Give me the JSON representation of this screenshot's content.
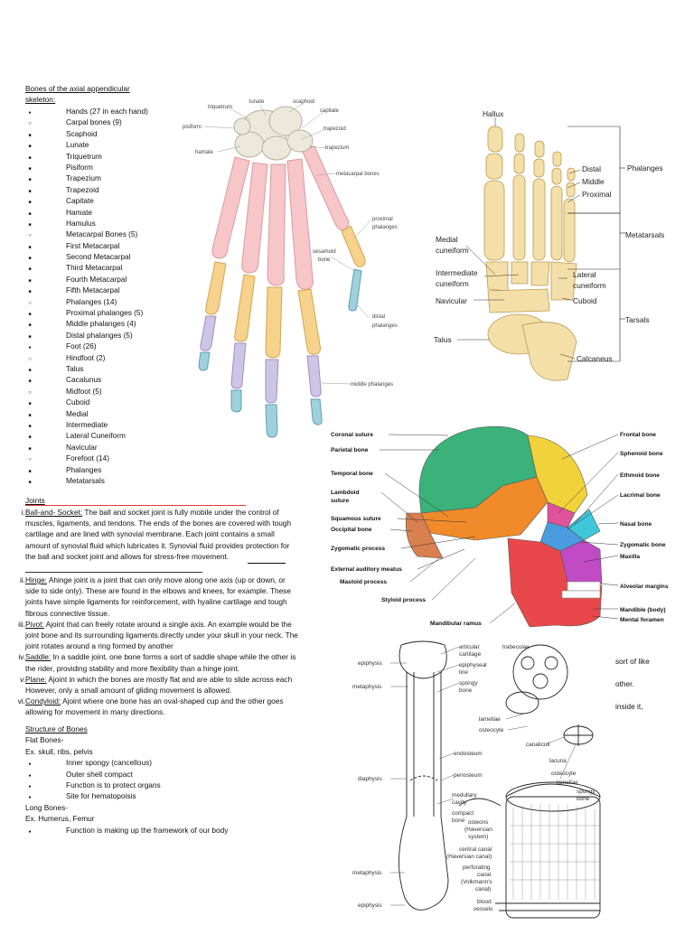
{
  "outline": {
    "heading_line1": "Bones of the axial appendicular",
    "heading_line2": "skeleton:",
    "items": [
      {
        "bullet": "dot",
        "label": "Hands (27 in each hand)"
      },
      {
        "bullet": "circ",
        "label": "Carpal bones (9)"
      },
      {
        "bullet": "sq",
        "label": "Scaphoid"
      },
      {
        "bullet": "sq",
        "label": "Lunate"
      },
      {
        "bullet": "sq",
        "label": "Triquetrum"
      },
      {
        "bullet": "sq",
        "label": "Pisiform"
      },
      {
        "bullet": "sq",
        "label": "Trapezium"
      },
      {
        "bullet": "sq",
        "label": "Trapezoid"
      },
      {
        "bullet": "sq",
        "label": "Capitate"
      },
      {
        "bullet": "sq",
        "label": "Hamate"
      },
      {
        "bullet": "sq",
        "label": "Hamulus"
      },
      {
        "bullet": "circ",
        "label": "Metacarpal Bones (5)"
      },
      {
        "bullet": "sq",
        "label": "First Metacarpal"
      },
      {
        "bullet": "sq",
        "label": "Second Metacarpal"
      },
      {
        "bullet": "sq",
        "label": "Third Metacarpal"
      },
      {
        "bullet": "sq",
        "label": "Fourth Metacarpal"
      },
      {
        "bullet": "sq",
        "label": "Fifth Metacarpal"
      },
      {
        "bullet": "circ",
        "label": "Phalanges (14)"
      },
      {
        "bullet": "sq",
        "label": "Proximal phalanges (5)"
      },
      {
        "bullet": "sq",
        "label": "Middle phalanges (4)"
      },
      {
        "bullet": "sq",
        "label": "Distal phalanges (5)"
      },
      {
        "bullet": "dot",
        "label": "Foot (26)"
      },
      {
        "bullet": "circ",
        "label": "Hindfoot (2)"
      },
      {
        "bullet": "sq",
        "label": "Talus"
      },
      {
        "bullet": "sq",
        "label": "Cacalunus"
      },
      {
        "bullet": "circ",
        "label": "Midfoot (5)"
      },
      {
        "bullet": "sq",
        "label": "Cuboid"
      },
      {
        "bullet": "sq",
        "label": "Medial"
      },
      {
        "bullet": "sq",
        "label": "Intermediate"
      },
      {
        "bullet": "sq",
        "label": "Lateral Cuneiform"
      },
      {
        "bullet": "sq",
        "label": "Navicular"
      },
      {
        "bullet": "circ",
        "label": "Forefoot (14)"
      },
      {
        "bullet": "sq",
        "label": "Phalanges"
      },
      {
        "bullet": "sq",
        "label": "Metatarsals"
      }
    ]
  },
  "joints": {
    "heading": "Joints",
    "items": [
      {
        "num": "i.",
        "term": "Ball-and- Socket:",
        "lines": [
          " The ball and socket joint is fully mobile under the control of",
          "muscles, ligaments, and tendons. The ends of the bones are covered with tough",
          "cartilage and are lined with synovial membrane. Each joint contains a small",
          "amount of synovial fluid which lubricates it. Synovial fluid provides protection for",
          "the ball and socket joint and allows for stress-free movement."
        ]
      },
      {
        "num": "ii.",
        "term": "Hinge:",
        "lines": [
          " Ahinge joint is a joint that can only move along one axis (up or down, or",
          "side to side only). These are found in the elbows and knees, for example. These",
          "joints have simple ligaments for reinforcement, with hyaline cartilage and tough",
          "fibrous connective tissue."
        ]
      },
      {
        "num": "iii.",
        "term": "Pivot:",
        "lines": [
          " Ajoint that can freely rotate around a single axis. An example would be the",
          "joint bone and its surrounding ligaments.directly under your skull in your neck. The",
          "joint rotates around a ring formed by another"
        ]
      },
      {
        "num": "iv.",
        "term": "Saddle:",
        "lines": [
          " In a saddle joint, one bone forms a sort of saddle shape while the other is",
          "the rider, providing stability and more flexibility than a hinge joint."
        ]
      },
      {
        "num": "v.",
        "term": "Plane:",
        "lines": [
          " Ajoint in which the bones are mostly flat and are able to slide across each",
          "However, only a small amount of gliding movement is allowed."
        ]
      },
      {
        "num": "vi.",
        "term": "Condyloid:",
        "lines": [
          " Ajoint where one bone has an oval-shaped cup and the other goes",
          "allowing for movement in many directions."
        ]
      }
    ],
    "overflow_fragments": [
      "sort of like",
      "other.",
      "inside it,"
    ]
  },
  "structure": {
    "heading": "Structure of Bones",
    "flat_heading": "Flat Bones-",
    "flat_example": "Ex. skull, ribs, pelvis",
    "flat_items": [
      "Inner spongy (cancellous)",
      "Outer shell compact",
      "Function is to protect organs",
      "Site for hematopoisis"
    ],
    "long_heading": "Long Bones-",
    "long_example": "Ex. Humerus, Femur",
    "long_items": [
      "Function is making up the framework of our body"
    ]
  },
  "hand_figure": {
    "labels": {
      "triquetrum": "triquetrum",
      "lunate": "lunate",
      "scaphoid": "scaphoid",
      "capitate": "capitate",
      "pisiform": "pisiform",
      "trapezoid": "trapezoid",
      "hamate": "hamate",
      "trapezium": "trapezium",
      "metacarpal": "metacarpal bones",
      "proximal1": "proximal",
      "proximal2": "phalanges",
      "sesamoid1": "sesamoid",
      "sesamoid2": "bone",
      "distal1": "distal",
      "distal2": "phalanges",
      "middle": "middle phalanges"
    },
    "colors": {
      "carpal": "#ece8dc",
      "metacarpal": "#f7c6c8",
      "proximal": "#f6d28c",
      "middle": "#cfc4e6",
      "distal": "#9fd1dd"
    }
  },
  "foot_figure": {
    "labels": {
      "hallux": "Hallux",
      "distal": "Distal",
      "middle": "Middle",
      "proximal": "Proximal",
      "phalanges": "Phalanges",
      "medial1": "Medial",
      "medial2": "cuneiform",
      "intermediate1": "Intermediate",
      "intermediate2": "cuneiform",
      "lateral1": "Lateral",
      "lateral2": "cuneiform",
      "navicular": "Navicular",
      "cuboid": "Cuboid",
      "metatarsals": "Metatarsals",
      "tarsals": "Tarsals",
      "talus": "Talus",
      "calcaneus": "Calcaneus"
    },
    "colors": {
      "bone": "#f4dfa8",
      "outline": "#b89a55"
    }
  },
  "skull_figure": {
    "left_labels": [
      "Coronal suture",
      "Parietal bone",
      "Temporal bone",
      "Lambdoid",
      "suture",
      "Squamous suture",
      "Occipital bone",
      "Zygomatic process",
      "External auditory meatus",
      "Mastoid process",
      "Styloid process",
      "Mandibular ramus"
    ],
    "right_labels": [
      "Frontal bone",
      "Sphenoid bone",
      "Ethmoid bone",
      "Lacrimal bone",
      "Nasal bone",
      "Zygomatic bone",
      "Maxilla",
      "Alveolar margins",
      "Mandible (body)",
      "Mental foramen"
    ],
    "colors": {
      "parietal": "#3ab27a",
      "frontal": "#f2d23a",
      "temporal": "#f08a2a",
      "occipital": "#d97f50",
      "sphenoid": "#e0529a",
      "mandible": "#e8484b",
      "maxilla": "#c04bc4",
      "nasal": "#3ec7d9",
      "zygomatic": "#4a9be0"
    }
  },
  "bone_figure": {
    "labels": [
      "epiphysis",
      "metaphysis",
      "diaphysis",
      "metaphysis",
      "epiphysis",
      "articular",
      "cartilage",
      "epiphyseal",
      "line",
      "spongy",
      "bone",
      "endosteum",
      "periosteum",
      "medullary",
      "cavity",
      "compact",
      "bone",
      "trabeculae",
      "lamellae",
      "osteocyte",
      "canaliculi",
      "lacuna",
      "osteocyte",
      "lamellae",
      "spongy",
      "bone",
      "osteons",
      "(Haversian",
      "system)",
      "central canal",
      "(Haversian canal)",
      "perforating",
      "canal",
      "(Volkmann's",
      "canal)",
      "blood",
      "vessels"
    ]
  }
}
